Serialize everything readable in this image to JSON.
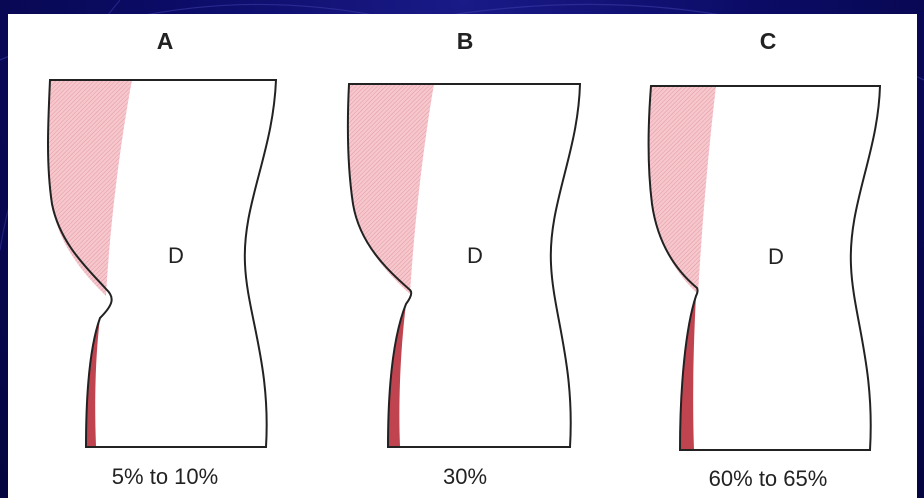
{
  "colors": {
    "background": "#0b0b66",
    "panel": "#ffffff",
    "outline": "#222222",
    "light_pink": "#f2b6bd",
    "dark_red": "#c0444f"
  },
  "figures": [
    {
      "title": "A",
      "region_label": "D",
      "percentage": "5% to 10%"
    },
    {
      "title": "B",
      "region_label": "D",
      "percentage": "30%"
    },
    {
      "title": "C",
      "region_label": "D",
      "percentage": "60% to 65%"
    }
  ]
}
